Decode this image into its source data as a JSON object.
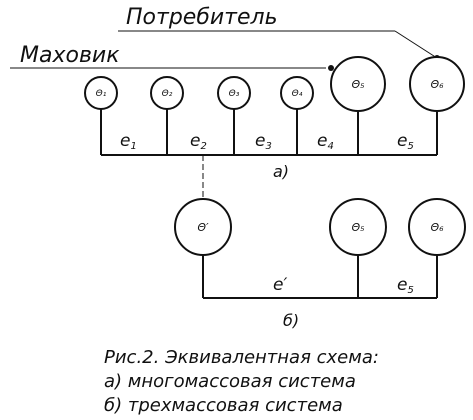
{
  "labels": {
    "consumer": "Потребитель",
    "flywheel": "Маховик"
  },
  "top_scheme": {
    "masses": [
      "Θ₁",
      "Θ₂",
      "Θ₃",
      "Θ₄",
      "Θ₅",
      "Θ₆"
    ],
    "segments": [
      {
        "letter": "e",
        "index": "1"
      },
      {
        "letter": "e",
        "index": "2"
      },
      {
        "letter": "e",
        "index": "3"
      },
      {
        "letter": "e",
        "index": "4"
      },
      {
        "letter": "e",
        "index": "5"
      }
    ],
    "label": "а)"
  },
  "bottom_scheme": {
    "masses": [
      "Θ′",
      "Θ₅",
      "Θ₆"
    ],
    "segments": [
      {
        "letter": "e′",
        "index": ""
      },
      {
        "letter": "e",
        "index": "5"
      }
    ],
    "label": "б)"
  },
  "caption": {
    "line1": "Рис.2. Эквивалентная схема:",
    "line2": "а) многомассовая система",
    "line3": "б) трехмассовая система"
  }
}
